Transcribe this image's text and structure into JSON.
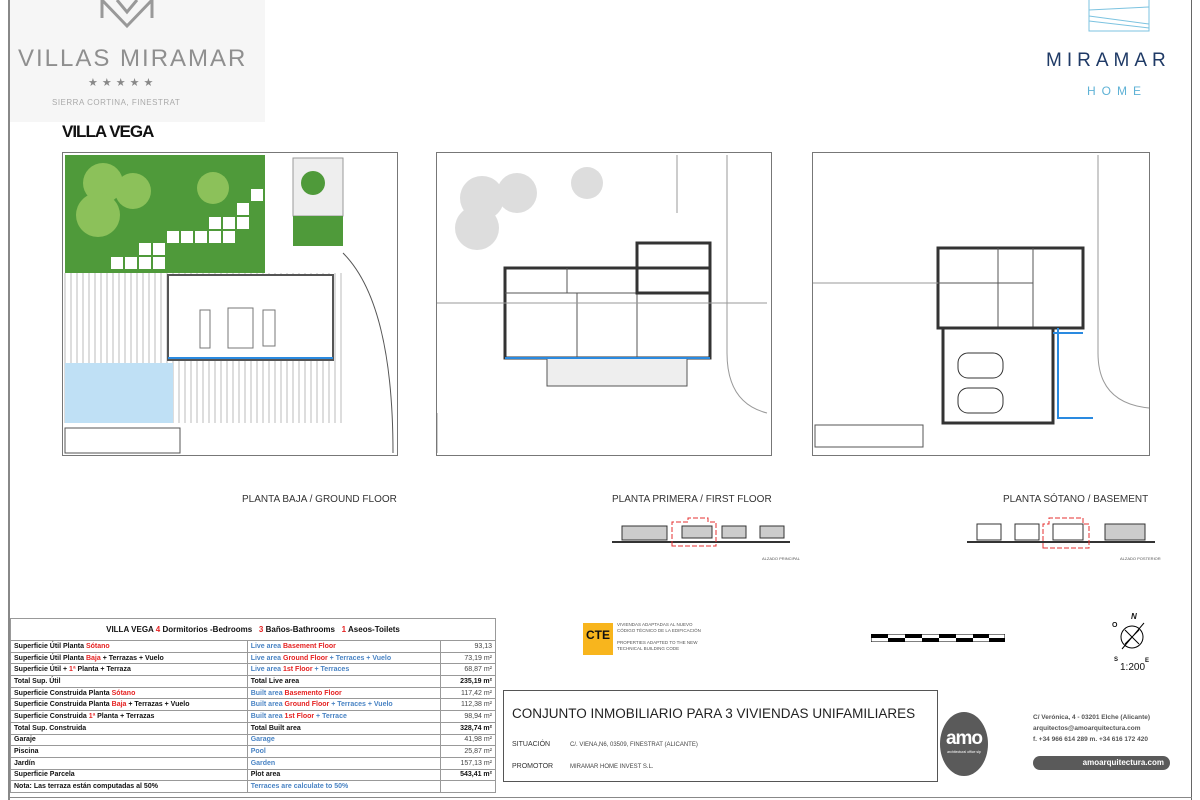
{
  "brand_left": {
    "name": "VILLAS MIRAMAR",
    "stars": "★★★★★",
    "location": "SIERRA CORTINA, FINESTRAT"
  },
  "brand_right": {
    "name": "MIRAMAR",
    "sub": "HOME",
    "color_dark": "#1f3a66",
    "color_light": "#5fb2d6"
  },
  "villa_title": "VILLA VEGA",
  "plans": [
    {
      "caption": "PLANTA BAJA / GROUND FLOOR"
    },
    {
      "caption": "PLANTA PRIMERA / FIRST FLOOR",
      "elevation": "ALZADO PRINCIPAL"
    },
    {
      "caption": "PLANTA SÓTANO / BASEMENT",
      "elevation": "ALZADO POSTERIOR"
    }
  ],
  "table": {
    "header": {
      "villa": "VILLA VEGA",
      "bed_n": "4",
      "bed": "Dormitorios -Bedrooms",
      "bath_n": "3",
      "bath": "Baños-Bathrooms",
      "toilet_n": "1",
      "toilet": "Aseos-Toilets"
    },
    "rows": [
      {
        "es": [
          "Superficie Útil Planta ",
          "Sótano",
          ""
        ],
        "en": [
          "Live area ",
          "Basement Floor",
          ""
        ],
        "value": "93,13",
        "bold": false
      },
      {
        "es": [
          "Superficie Útil Planta ",
          "Baja",
          " + Terrazas + Vuelo"
        ],
        "en": [
          "Live area ",
          "Ground Floor",
          " + Terraces + Vuelo"
        ],
        "value": "73,19 m²",
        "bold": false
      },
      {
        "es": [
          "Superficie Útil + ",
          "1ª",
          " Planta + Terraza"
        ],
        "en": [
          "Live area ",
          "1st Floor",
          " + Terraces"
        ],
        "value": "68,87 m²",
        "bold": false
      },
      {
        "es": [
          "Total Sup. Útil",
          "",
          ""
        ],
        "en": [
          "Total Live area",
          "",
          ""
        ],
        "value": "235,19 m²",
        "bold": true
      },
      {
        "es": [
          "Superficie Construida Planta ",
          "Sótano",
          ""
        ],
        "en": [
          "Built area ",
          "Basemento Floor",
          ""
        ],
        "value": "117,42 m²",
        "bold": false
      },
      {
        "es": [
          "Superficie Construida Planta ",
          "Baja",
          " + Terrazas + Vuelo"
        ],
        "en": [
          "Built area ",
          "Ground Floor",
          " + Terraces + Vuelo"
        ],
        "value": "112,38 m²",
        "bold": false
      },
      {
        "es": [
          "Superficie Construida ",
          "1ª",
          " Planta + Terrazas"
        ],
        "en": [
          "Built area ",
          "1st Floor",
          " + Terrace"
        ],
        "value": "98,94 m²",
        "bold": false
      },
      {
        "es": [
          "Total Sup. Construida",
          "",
          ""
        ],
        "en": [
          "Total Built area",
          "",
          ""
        ],
        "value": "328,74 m²",
        "bold": true
      },
      {
        "es": [
          "Garaje",
          "",
          ""
        ],
        "en": [
          "Garage",
          "",
          ""
        ],
        "value": "41,98 m²",
        "bold": false
      },
      {
        "es": [
          "Piscina",
          "",
          ""
        ],
        "en": [
          "Pool",
          "",
          ""
        ],
        "value": "25,87 m²",
        "bold": false
      },
      {
        "es": [
          "Jardín",
          "",
          ""
        ],
        "en": [
          "Garden",
          "",
          ""
        ],
        "value": "157,13 m²",
        "bold": false
      },
      {
        "es": [
          "Superficie Parcela",
          "",
          ""
        ],
        "en": [
          "Plot area",
          "",
          ""
        ],
        "value": "543,41 m²",
        "bold": true
      },
      {
        "es": [
          "Nota: Las terraza están computadas al 50%",
          "",
          ""
        ],
        "en": [
          "Terraces are calculate to 50%",
          "",
          ""
        ],
        "value": "",
        "bold": false
      }
    ]
  },
  "cte": {
    "logo": "CTE",
    "line1": "VIVIENDAS ADAPTADAS AL NUEVO",
    "line2": "CÓDIGO TÉCNICO DE LA EDIFICACIÓN",
    "line3": "PROPERTIES ADAPTED TO THE NEW",
    "line4": "TECHNICAL BUILDING CODE"
  },
  "scale": "1:200",
  "compass": {
    "n": "N",
    "o": "O",
    "e": "E",
    "s": "S"
  },
  "title_block": {
    "title": "CONJUNTO INMOBILIARIO PARA 3 VIVIENDAS UNIFAMILIARES",
    "situacion_label": "SITUACIÓN",
    "situacion": "C/. VIENA,N6, 03509, FINESTRAT (ALICANTE)",
    "promotor_label": "PROMOTOR",
    "promotor": "MIRAMAR HOME INVEST S.L."
  },
  "architect": {
    "logo": "amo",
    "tagline": "architectural office slp",
    "address": "C/ Verónica, 4 - 03201 Elche (Alicante)",
    "email": "arquitectos@amoarquitectura.com",
    "phones": "f. +34 966 614 289   m. +34 616 172 420",
    "web": "amoarquitectura.com"
  }
}
